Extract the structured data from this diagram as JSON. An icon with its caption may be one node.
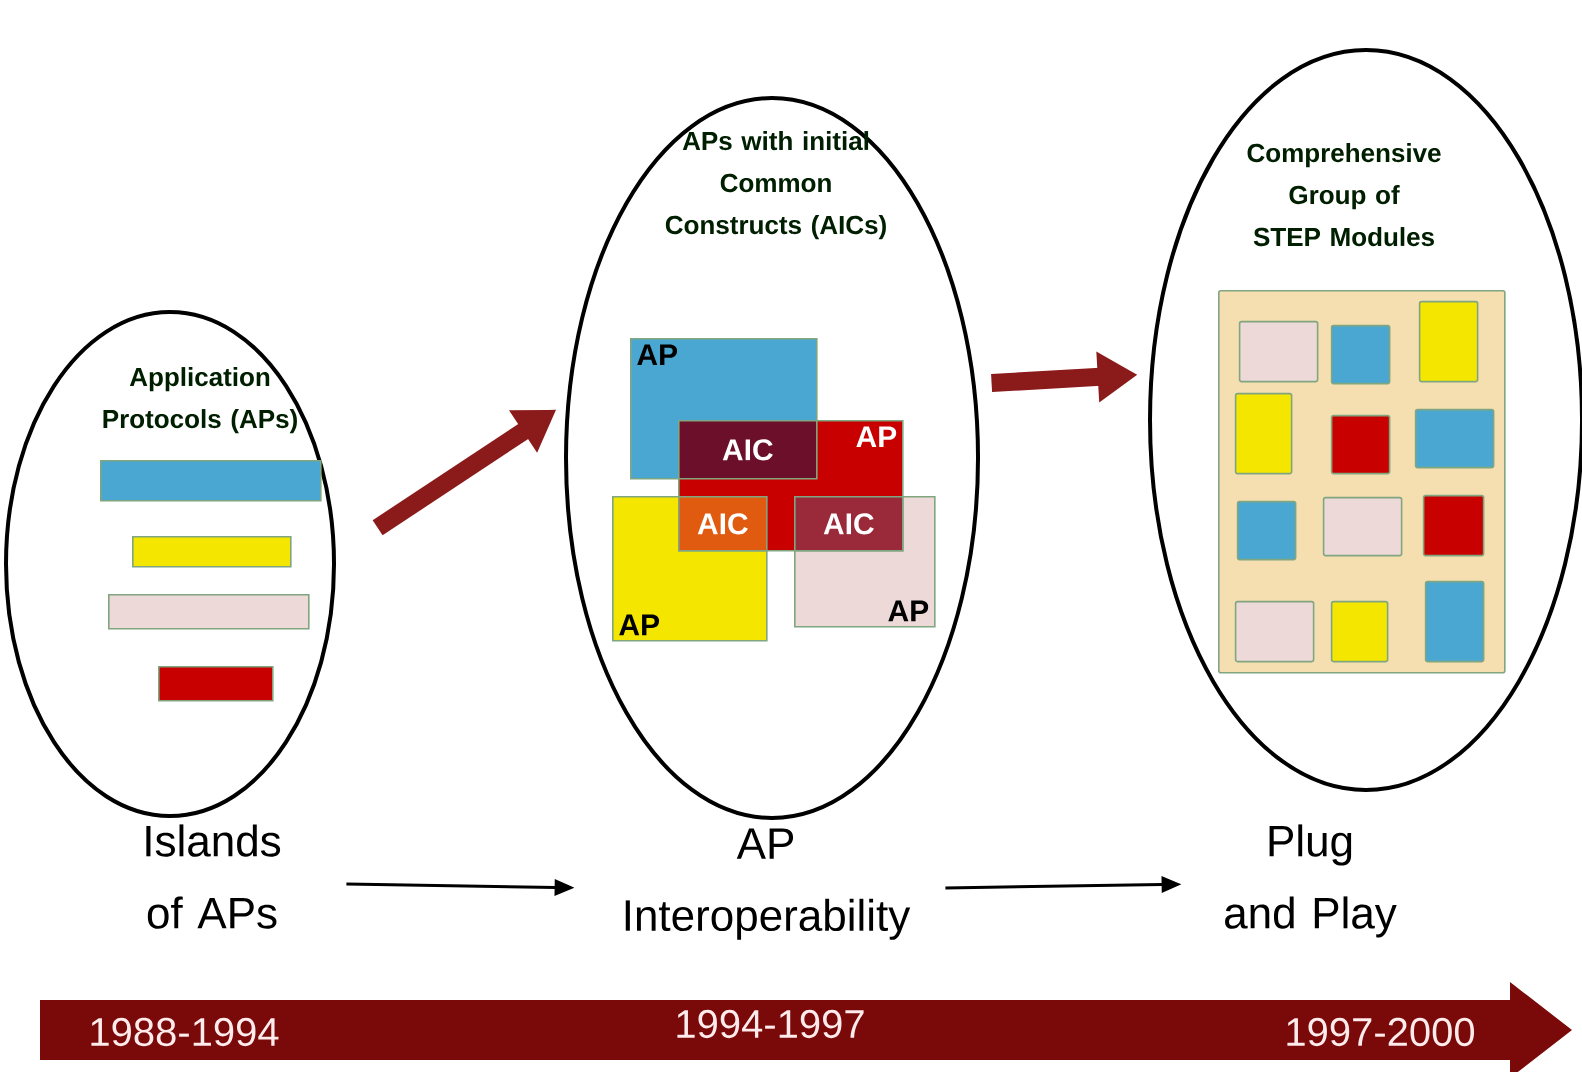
{
  "diagram": {
    "nodes": [
      {
        "text": [
          "Application Protocols (APs)"
        ]
      },
      {
        "text": [
          "APs with initial Common Constructs (AICs)"
        ]
      },
      {
        "text": [
          "Comprehensive Group of STEP Modules"
        ]
      },
      {
        "text": [
          "Islands of APs"
        ]
      },
      {
        "text": [
          "AP Interoperability"
        ]
      },
      {
        "text": [
          "Plug and Play"
        ]
      },
      {
        "text": [],
        "shape": "bar",
        "in": 0
      },
      {
        "text": [],
        "shape": "bar",
        "in": 0
      },
      {
        "text": [],
        "shape": "bar",
        "in": 0
      },
      {
        "text": [],
        "shape": "bar",
        "in": 0
      },
      {
        "text": [
          "AP"
        ],
        "in": 1
      },
      {
        "text": [
          "AIC"
        ]
      },
      {
        "text": [
          "AP"
        ],
        "in": 1
      },
      {
        "text": [
          "AIC"
        ]
      },
      {
        "text": [
          "AIC"
        ]
      },
      {
        "text": [
          "AP"
        ],
        "in": 1
      },
      {
        "text": [
          "AP"
        ],
        "in": 1
      },
      {
        "text": [],
        "shape": "box",
        "in": 2
      },
      {
        "text": [],
        "shape": "box",
        "in": 17
      },
      {
        "text": [],
        "shape": "box",
        "in": 17
      },
      {
        "text": [],
        "shape": "box",
        "in": 17
      },
      {
        "text": [],
        "shape": "box",
        "in": 17
      },
      {
        "text": [],
        "shape": "box",
        "in": 17
      },
      {
        "text": [],
        "shape": "box",
        "in": 17
      },
      {
        "text": [],
        "shape": "box",
        "in": 17
      },
      {
        "text": [],
        "shape": "box",
        "in": 17
      },
      {
        "text": [],
        "shape": "box",
        "in": 17
      },
      {
        "text": [],
        "shape": "box",
        "in": 17
      },
      {
        "text": [],
        "shape": "box",
        "in": 17
      },
      {
        "text": [],
        "shape": "box",
        "in": 17
      }
    ],
    "edges": [
      {
        "from": 0,
        "to": 1,
        "arrow": "to",
        "style": "thick",
        "color": "#8b1a1a"
      },
      {
        "from": 1,
        "to": 2,
        "arrow": "to",
        "style": "thick",
        "color": "#8b1a1a"
      },
      {
        "from": 3,
        "to": 4,
        "arrow": "to",
        "color": "#000000"
      },
      {
        "from": 4,
        "to": 5,
        "arrow": "to",
        "color": "#000000"
      }
    ],
    "labels": [
      "1988-1994",
      "1994-1997",
      "1997-2000"
    ]
  }
}
